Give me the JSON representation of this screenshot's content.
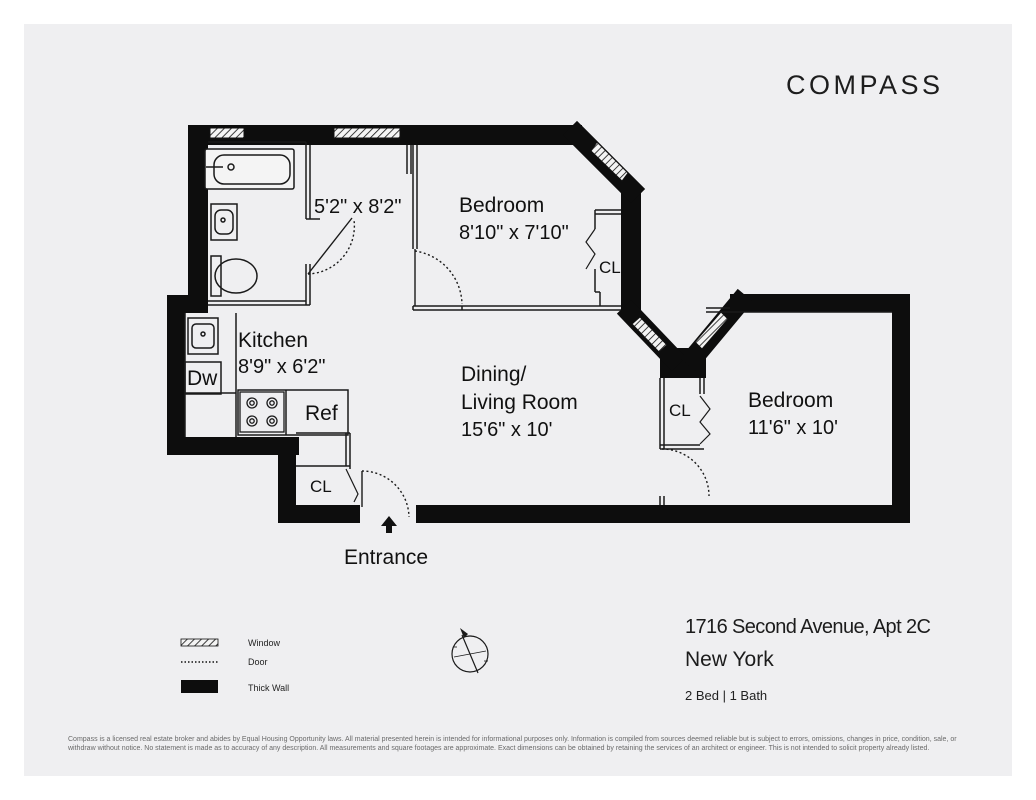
{
  "brand": {
    "logo_text": "COMPASS"
  },
  "listing": {
    "address": "1716 Second Avenue, Apt 2C",
    "city": "New York",
    "summary": "2 Bed | 1 Bath"
  },
  "rooms": {
    "bath_dims": "5'2\" x 8'2\"",
    "bedroom1_name": "Bedroom",
    "bedroom1_dims": "8'10\" x 7'10\"",
    "kitchen_name": "Kitchen",
    "kitchen_dims": "8'9\" x 6'2\"",
    "living_name_1": "Dining/",
    "living_name_2": "Living Room",
    "living_dims": "15'6\" x 10'",
    "bedroom2_name": "Bedroom",
    "bedroom2_dims": "11'6\" x 10'"
  },
  "fixtures": {
    "dishwasher": "Dw",
    "refrigerator": "Ref",
    "closet_label": "CL"
  },
  "entrance_label": "Entrance",
  "legend": {
    "window": "Window",
    "door": "Door",
    "thick_wall": "Thick Wall"
  },
  "disclaimer": "Compass is a licensed real estate broker and abides by Equal Housing Opportunity laws. All material presented herein is intended for informational purposes only. Information is compiled from sources deemed reliable but is subject to errors, omissions, changes in price, condition, sale, or withdraw without notice. No statement is made as to accuracy of any description. All measurements and square footages are approximate. Exact dimensions can be obtained by retaining the services of an architect or engineer. This is not intended to solicit property already listed.",
  "colors": {
    "wall": "#0d0d0d",
    "background": "#efeff1"
  }
}
